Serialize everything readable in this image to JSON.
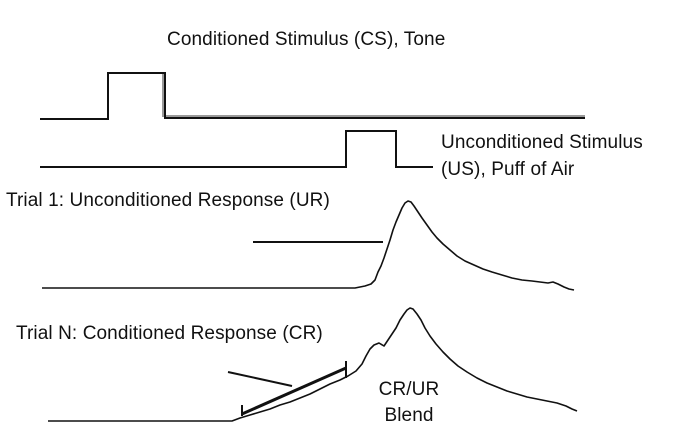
{
  "labels": {
    "cs": "Conditioned Stimulus (CS), Tone",
    "us_line1": "Unconditioned Stimulus",
    "us_line2": "(US), Puff of Air",
    "trial1": "Trial 1: Unconditioned Response (UR)",
    "trialN": "Trial N: Conditioned Response (CR)",
    "blend_line1": "CR/UR",
    "blend_line2": "Blend"
  },
  "colors": {
    "trace": "#111111",
    "cs_shadow": "#9a9a9a"
  }
}
